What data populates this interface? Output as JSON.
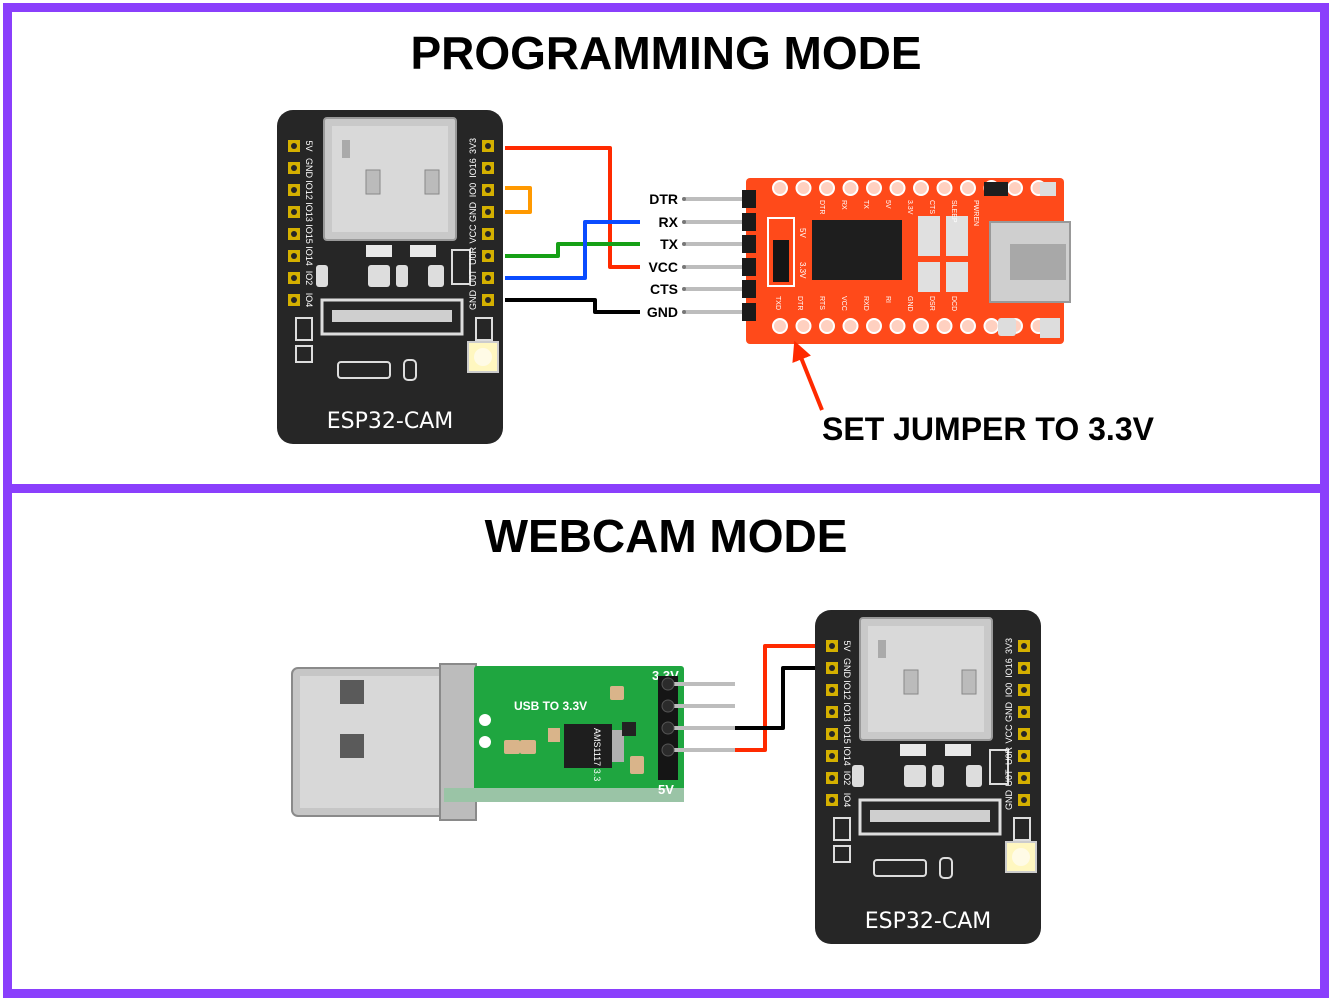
{
  "programming": {
    "title": "PROGRAMMING MODE",
    "ftdi_pins": [
      "DTR",
      "RX",
      "TX",
      "VCC",
      "CTS",
      "GND"
    ],
    "ftdi_silk_top": [
      "DTR",
      "RX",
      "TX",
      "5V",
      "3.3V",
      "CTS",
      "SLEEP",
      "PWREN"
    ],
    "ftdi_silk_bottom": [
      "TXD",
      "DTR",
      "RTS",
      "VCC",
      "RXD",
      "RI",
      "GND",
      "DSR",
      "DCD"
    ],
    "jumper_labels": [
      "5V",
      "3.3V"
    ],
    "jumper_note": "SET JUMPER TO 3.3V"
  },
  "webcam": {
    "title": "WEBCAM MODE",
    "usb_board_text": "USB TO 3.3V",
    "usb_label_top": "3.3V",
    "usb_label_bottom": "5V",
    "regulator_text": "AMS1117 3.3"
  },
  "esp32": {
    "name": "ESP32-CAM",
    "left_pins": [
      "5V",
      "GND",
      "IO12",
      "IO13",
      "IO15",
      "IO14",
      "IO2",
      "IO4"
    ],
    "right_pins": [
      "3V3",
      "IO16",
      "IO0",
      "GND",
      "VCC",
      "U0R",
      "U0T",
      "GND"
    ]
  },
  "colors": {
    "frame": "#8a3ffc",
    "wire_red": "#ff2a00",
    "wire_orange": "#ff9900",
    "wire_blue": "#0a4cff",
    "wire_green": "#16a016",
    "wire_black": "#000000",
    "ftdi_board": "#ff4a1a",
    "usb_board": "#1fa640",
    "esp_board": "#262626"
  },
  "icons": [
    "arrow-icon"
  ]
}
